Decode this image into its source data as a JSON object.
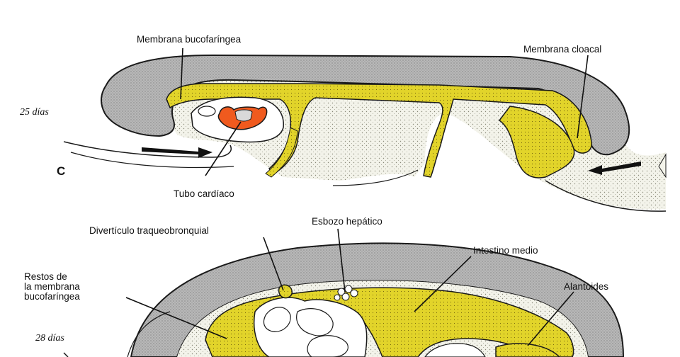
{
  "diagram": {
    "colors": {
      "ectoderm": "#b8b8b8",
      "endoderm": "#e2d42a",
      "heart": "#f05a1e",
      "mesoderm": "#f3f3ea",
      "outline": "#1a1a1a",
      "background": "#ffffff"
    },
    "panel_c": {
      "letter": "C",
      "age": "25 días",
      "labels": {
        "membrana_bucofaringea": "Membrana bucofaríngea",
        "membrana_cloacal": "Membrana cloacal",
        "tubo_cardiaco": "Tubo cardíaco"
      }
    },
    "panel_d": {
      "age": "28 días",
      "labels": {
        "esbozo_hepatico": "Esbozo hepático",
        "diverticulo": "Divertículo traqueobronquial",
        "intestino_medio": "Intestino medio",
        "restos": "Restos de\nla membrana\nbucofaríngea",
        "alantoides": "Alantoides"
      }
    }
  }
}
